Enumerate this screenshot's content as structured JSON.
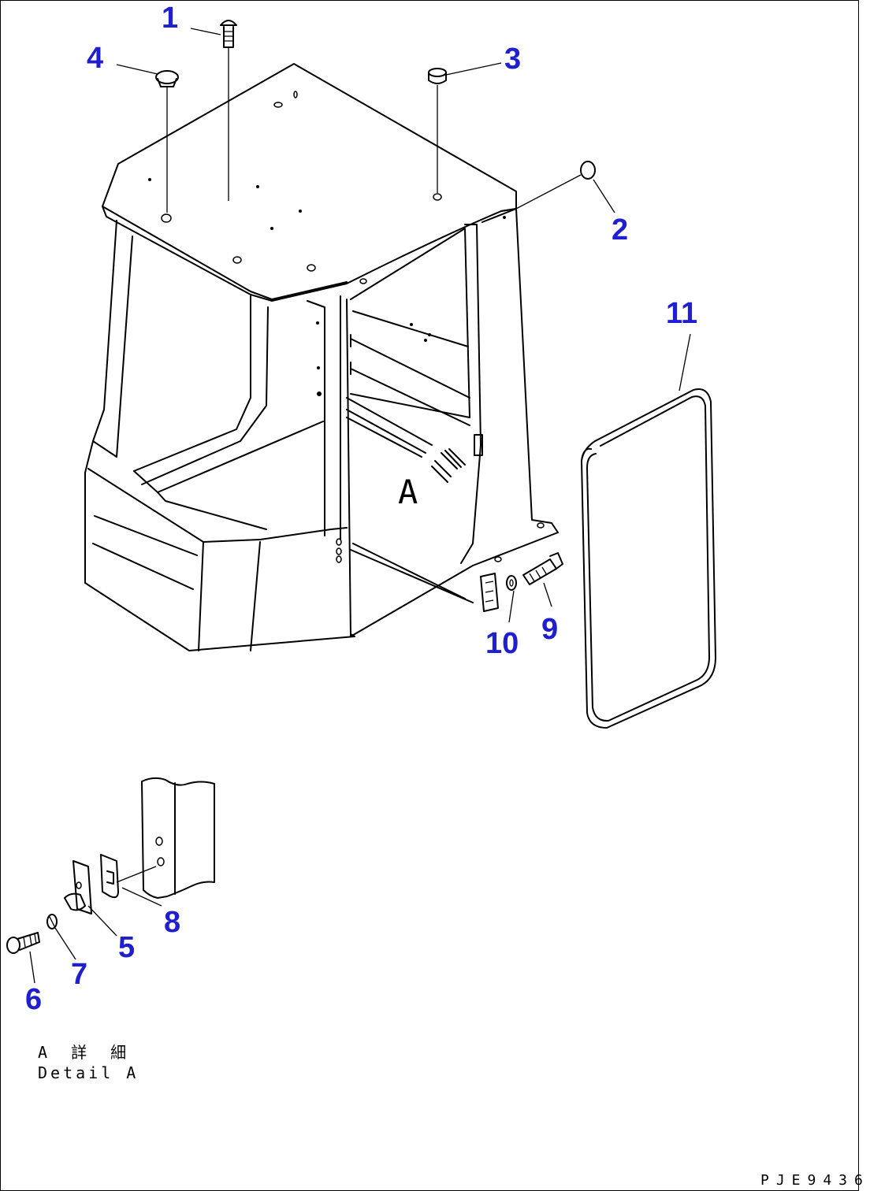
{
  "callouts": [
    "1",
    "2",
    "3",
    "4",
    "5",
    "6",
    "7",
    "8",
    "9",
    "10",
    "11"
  ],
  "view_label": "A",
  "detail_caption": {
    "line1": "A 詳 細",
    "line2": "Detail A"
  },
  "drawing_code": "PJE9436"
}
